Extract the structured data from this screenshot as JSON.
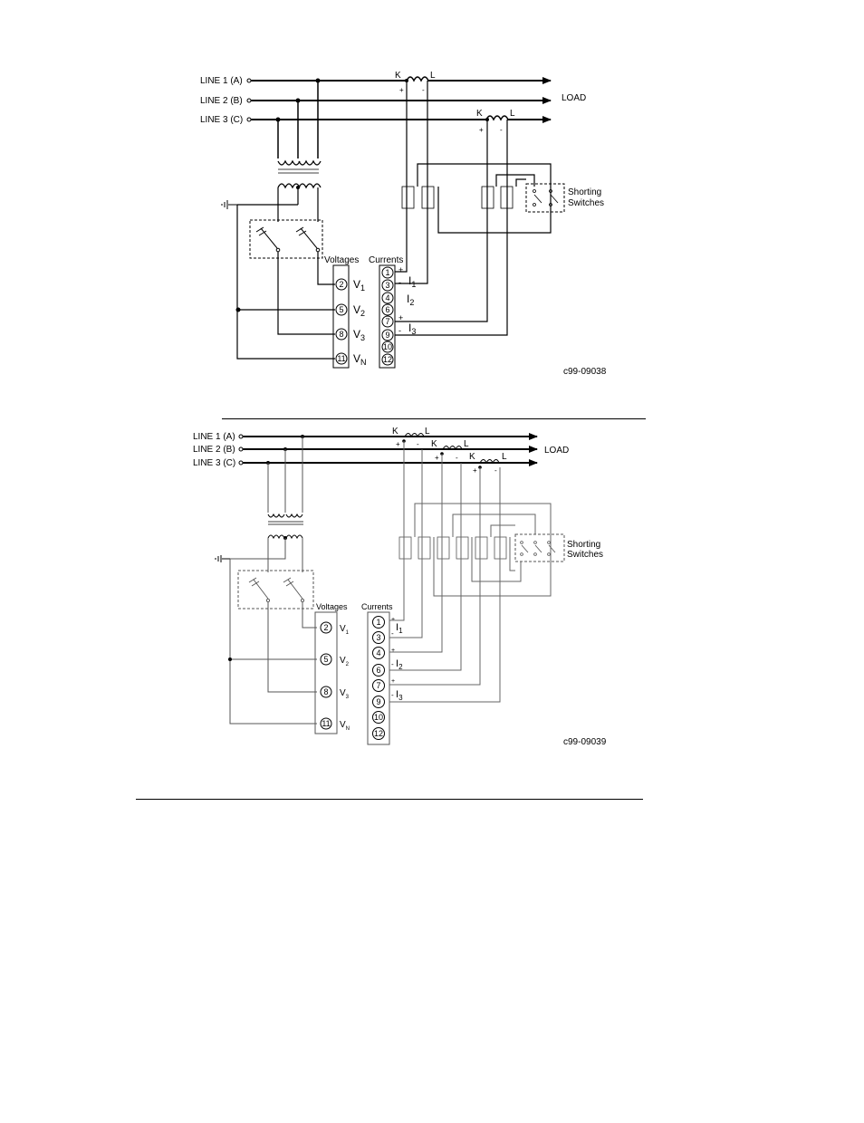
{
  "diagram1": {
    "line1": "LINE 1 (A)",
    "line2": "LINE 2 (B)",
    "line3": "LINE 3 (C)",
    "load": "LOAD",
    "ct_k": "K",
    "ct_l": "L",
    "plus": "+",
    "minus": "-",
    "shorting_1": "Shorting",
    "shorting_2": "Switches",
    "voltages": "Voltages",
    "currents": "Currents",
    "v_terminals": [
      "2",
      "5",
      "8",
      "11"
    ],
    "v_labels": [
      "V",
      "V",
      "V",
      "V"
    ],
    "v_subs": [
      "1",
      "2",
      "3",
      "N"
    ],
    "c_terminals": [
      "1",
      "3",
      "4",
      "6",
      "7",
      "9",
      "10",
      "12"
    ],
    "i_labels": [
      "I",
      "I",
      "I"
    ],
    "i_subs": [
      "1",
      "2",
      "3"
    ],
    "figure_id": "c99-09038"
  },
  "diagram2": {
    "line1": "LINE 1 (A)",
    "line2": "LINE 2 (B)",
    "line3": "LINE 3 (C)",
    "load": "LOAD",
    "ct_k": "K",
    "ct_l": "L",
    "plus": "+",
    "minus": "-",
    "shorting_1": "Shorting",
    "shorting_2": "Switches",
    "voltages": "Voltages",
    "currents": "Currents",
    "v_terminals": [
      "2",
      "5",
      "8",
      "11"
    ],
    "v_labels": [
      "V",
      "V",
      "V",
      "V"
    ],
    "v_subs": [
      "1",
      "2",
      "3",
      "N"
    ],
    "c_terminals": [
      "1",
      "3",
      "4",
      "6",
      "7",
      "9",
      "10",
      "12"
    ],
    "i_labels": [
      "I",
      "I",
      "I"
    ],
    "i_subs": [
      "1",
      "2",
      "3"
    ],
    "figure_id": "c99-09039"
  }
}
